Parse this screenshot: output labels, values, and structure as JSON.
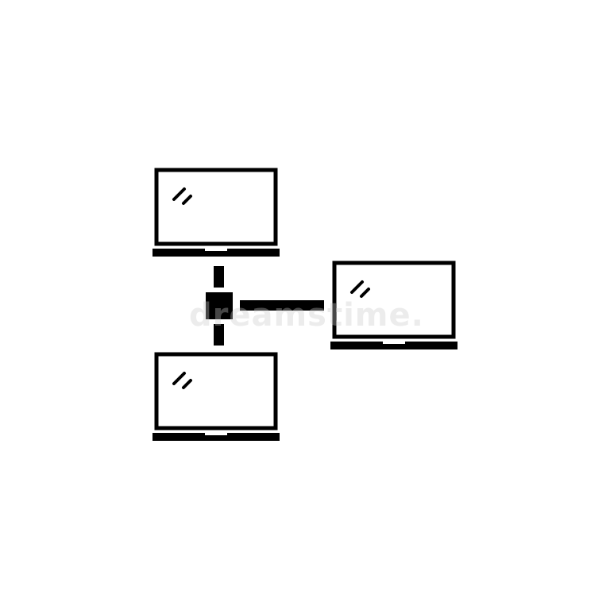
{
  "icon": {
    "semantic": "network-of-laptops-icon",
    "foreground_color": "#000000",
    "background_color": "#ffffff",
    "laptop_count": 3,
    "connector": "hub-junction"
  },
  "watermark": {
    "text": "dreamstime."
  }
}
